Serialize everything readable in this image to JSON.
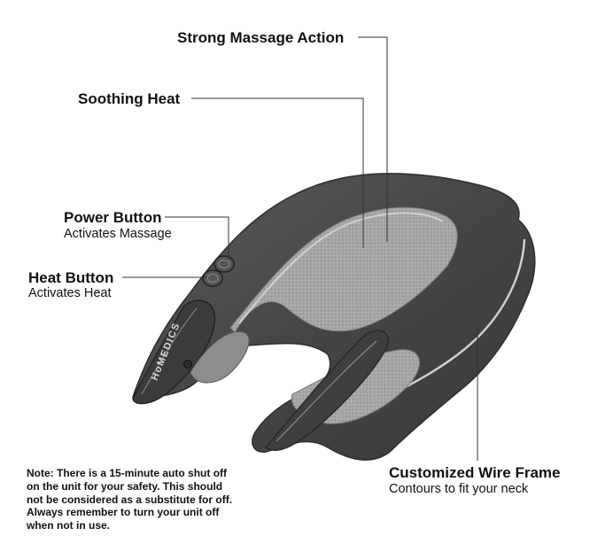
{
  "callouts": {
    "strong_massage": {
      "title": "Strong Massage Action"
    },
    "soothing_heat": {
      "title": "Soothing Heat"
    },
    "power_button": {
      "title": "Power Button",
      "subtitle": "Activates Massage"
    },
    "heat_button": {
      "title": "Heat Button",
      "subtitle": "Activates Heat"
    },
    "wire_frame": {
      "title": "Customized Wire Frame",
      "subtitle": "Contours to fit your neck"
    }
  },
  "brand_logo": "HoMEDICS",
  "note": {
    "lines": [
      "Note: There is a 15-minute auto shut off",
      "on the unit for your safety. This should",
      "not be considered as a substitute for off.",
      "Always remember to turn your unit off",
      "when not in use."
    ]
  },
  "colors": {
    "shell_dark": "#4a4a4a",
    "shell_mid": "#5e5e5e",
    "fabric": "#a6a6a6",
    "trim": "#d0d0d0",
    "leader_line": "#333333"
  }
}
